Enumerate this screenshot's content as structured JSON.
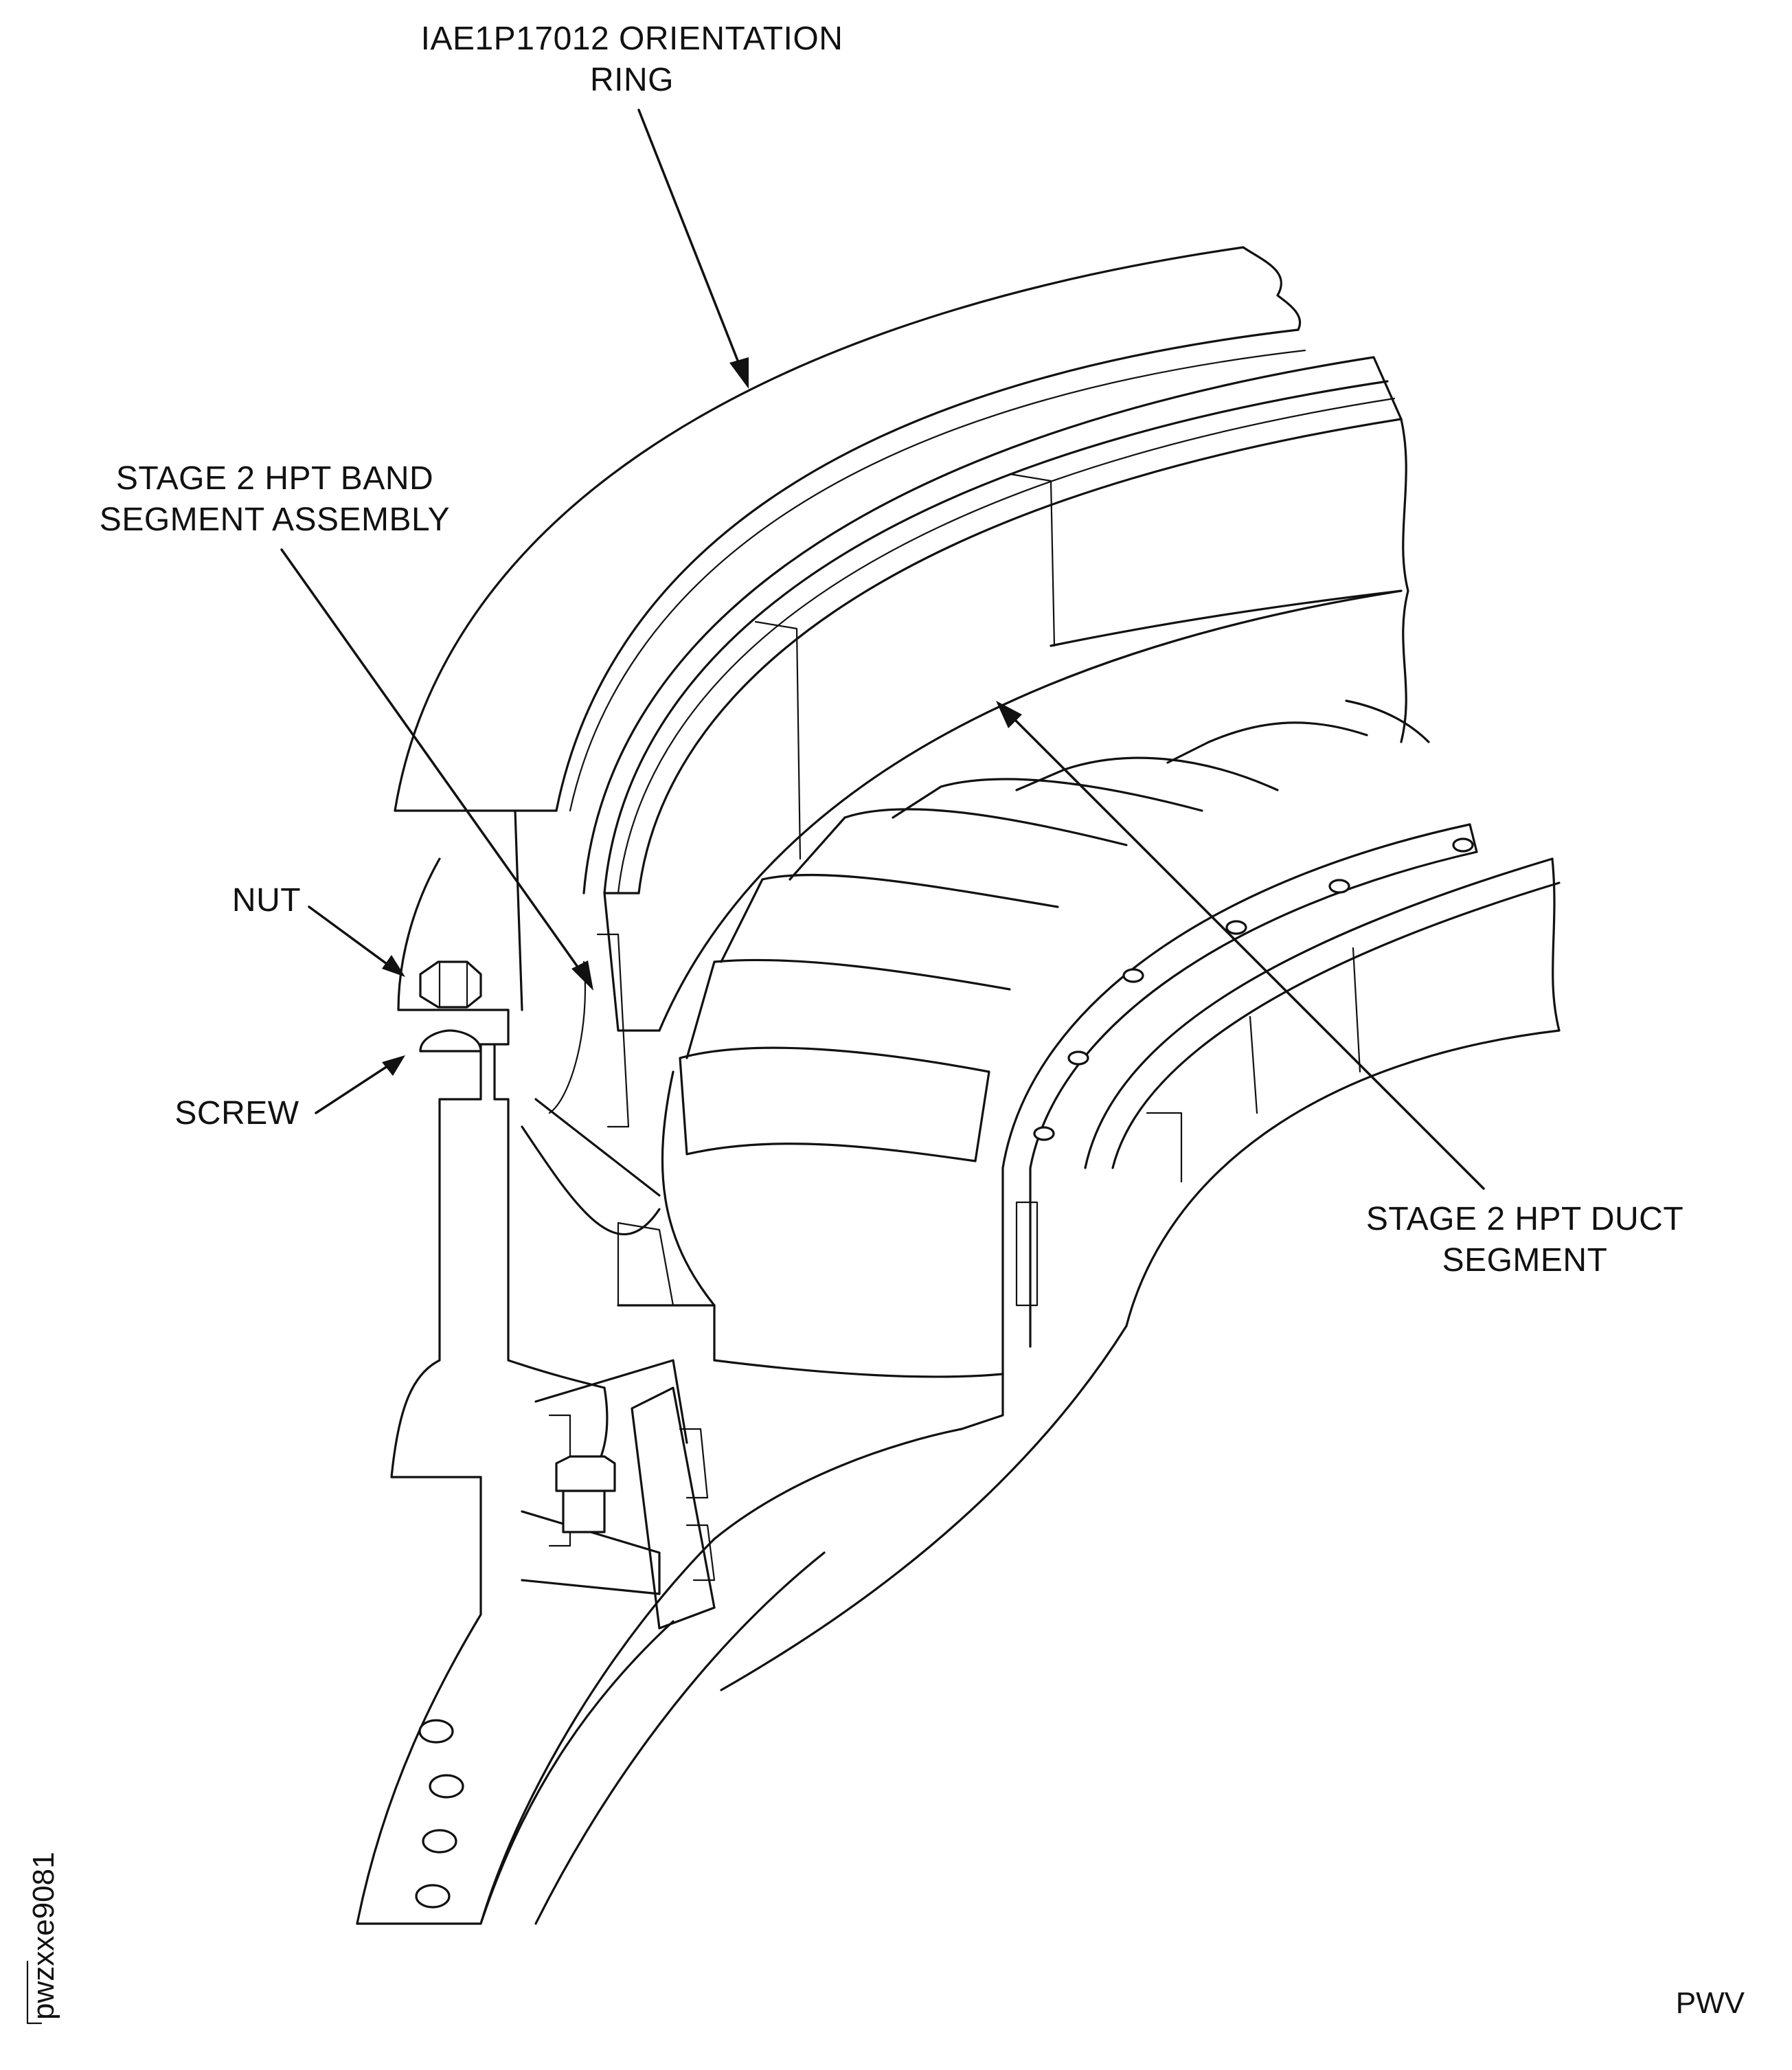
{
  "labels": {
    "orientation_ring_line1": "IAE1P17012 ORIENTATION",
    "orientation_ring_line2": "RING",
    "band_segment_line1": "STAGE 2 HPT BAND",
    "band_segment_line2": "SEGMENT ASSEMBLY",
    "nut": "NUT",
    "screw": "SCREW",
    "duct_segment_line1": "STAGE 2 HPT DUCT",
    "duct_segment_line2": "SEGMENT",
    "figure_id": "pwzxxe9081",
    "corner_code": "PWV"
  }
}
